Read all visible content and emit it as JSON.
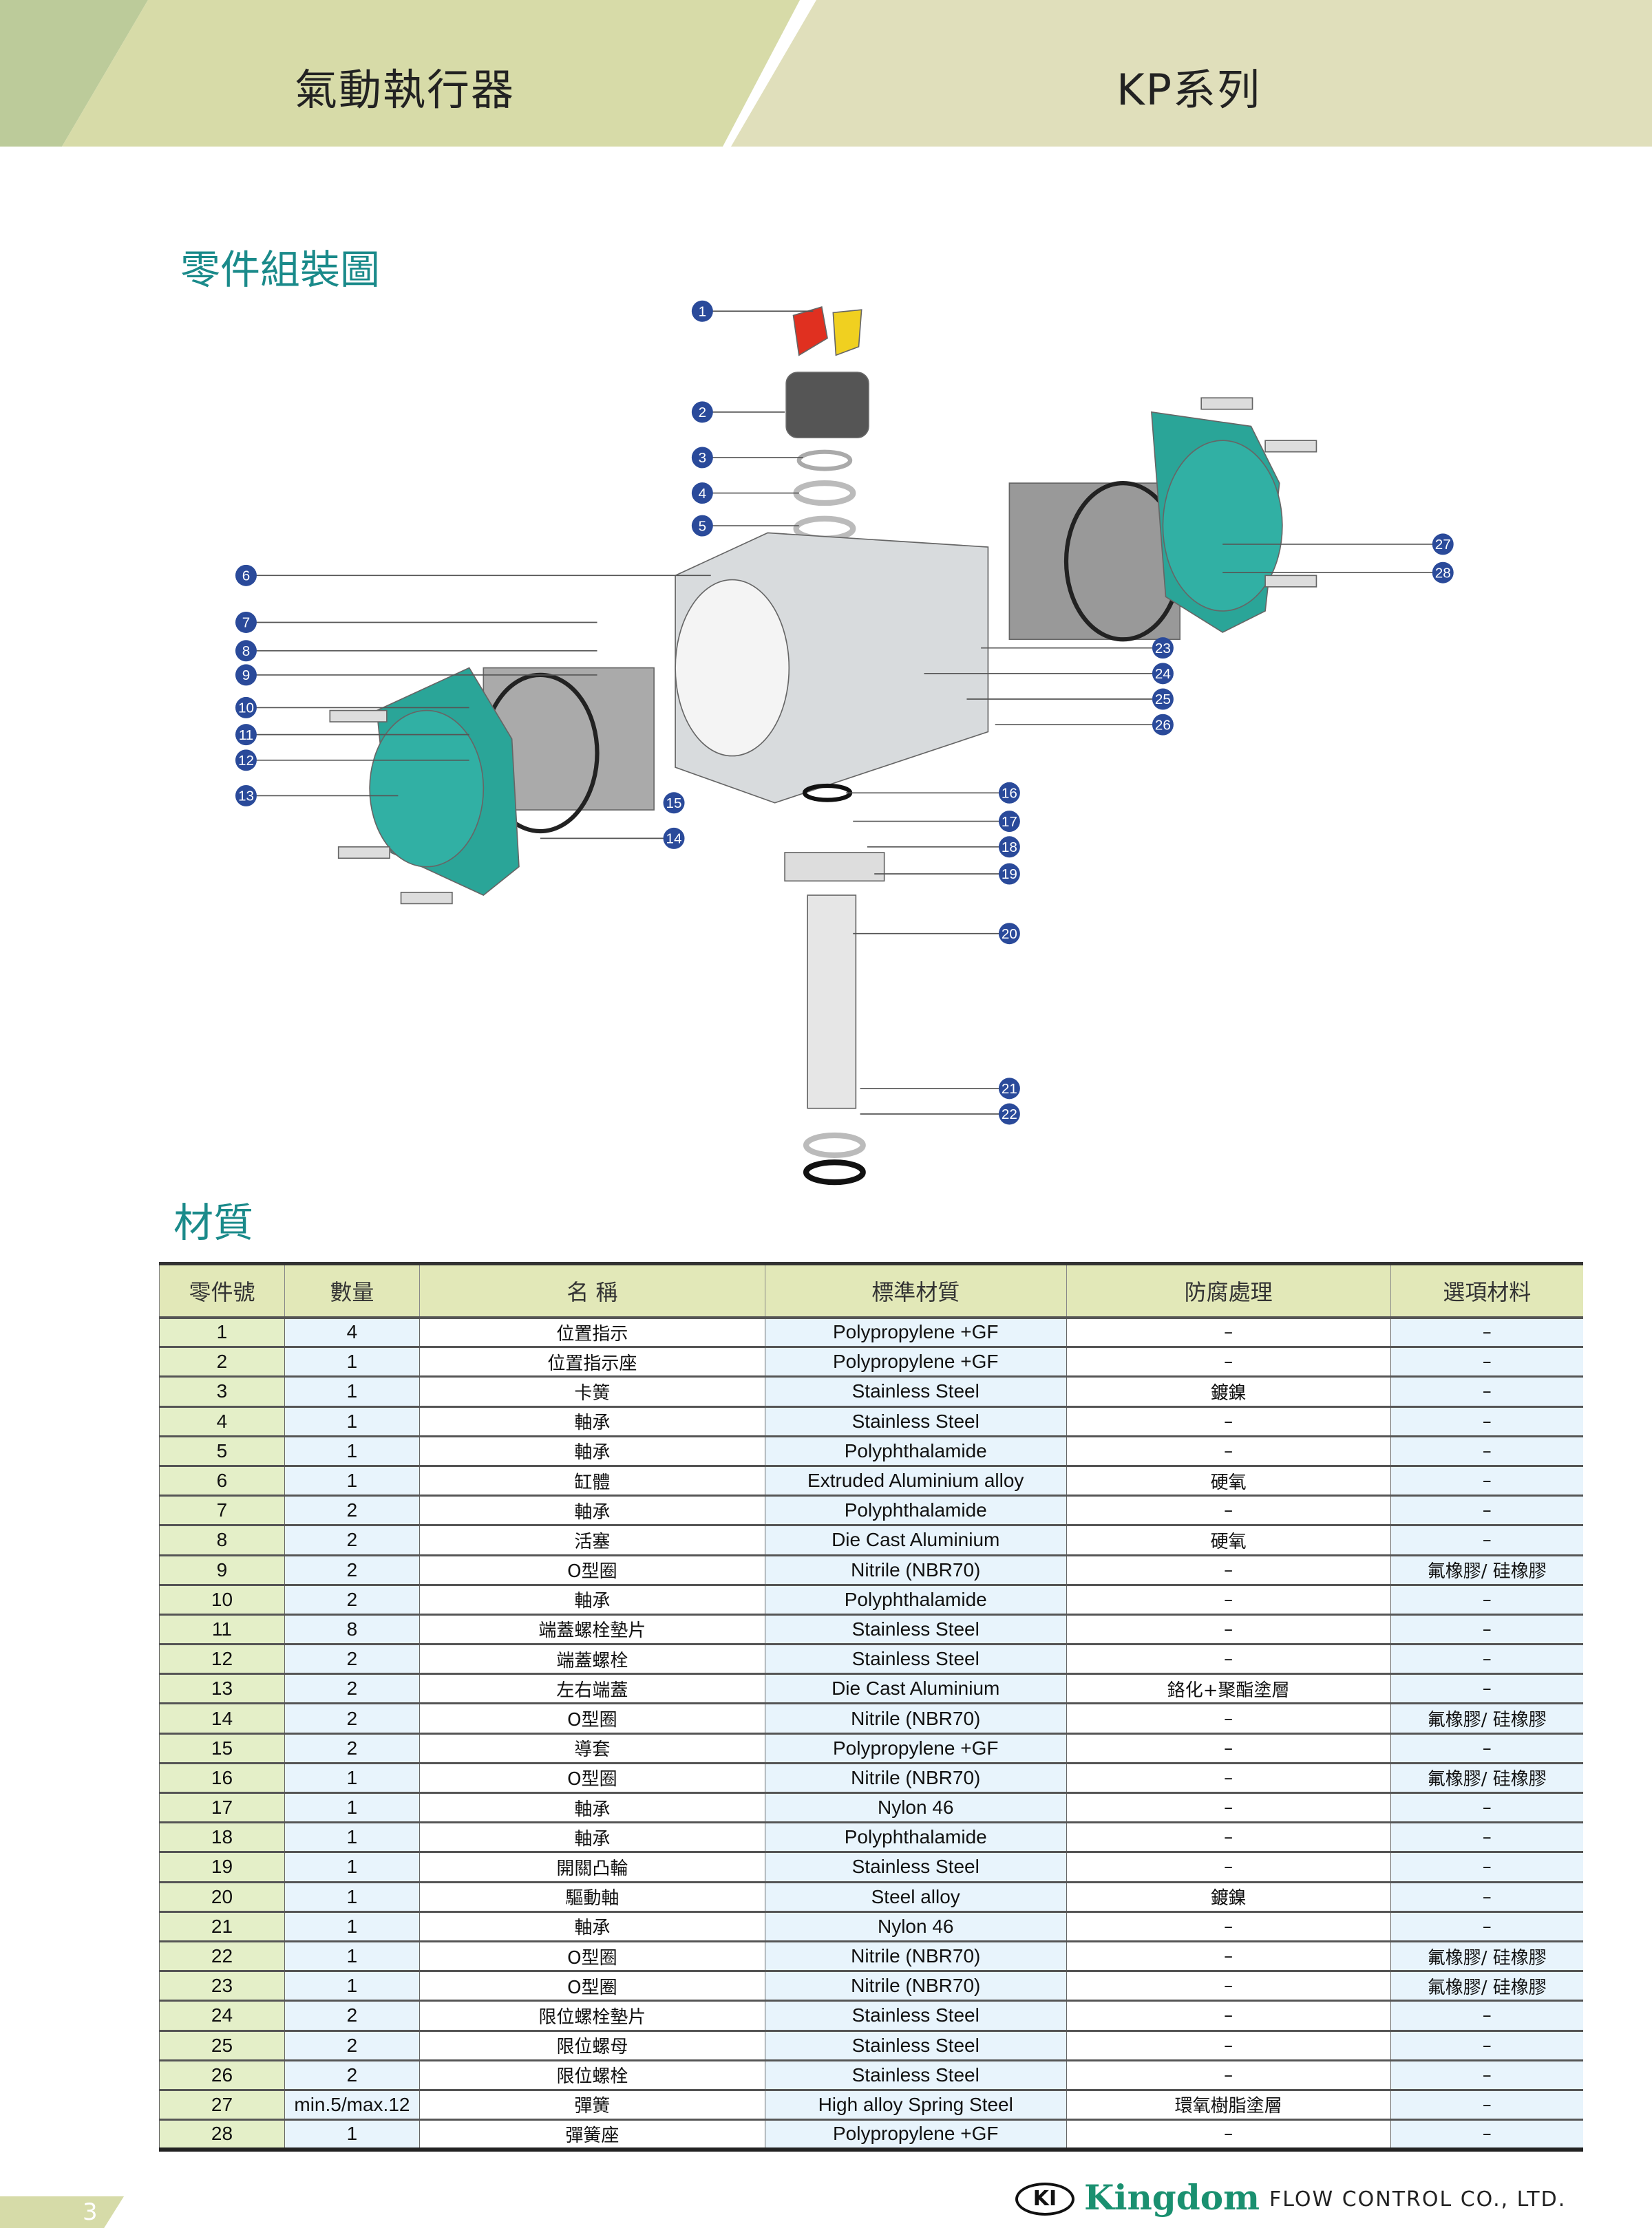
{
  "header": {
    "left_title": "氣動執行器",
    "right_title": "KP系列",
    "colors": {
      "left": "#bccb9a",
      "mid": "#d7dba8",
      "right": "#e0dfbb"
    }
  },
  "assembly": {
    "title": "零件組裝圖",
    "callouts": [
      "1",
      "2",
      "3",
      "4",
      "5",
      "6",
      "7",
      "8",
      "9",
      "10",
      "11",
      "12",
      "13",
      "14",
      "15",
      "16",
      "17",
      "18",
      "19",
      "20",
      "21",
      "22",
      "23",
      "24",
      "25",
      "26",
      "27",
      "28"
    ]
  },
  "materials": {
    "title": "材質",
    "columns": [
      "零件號",
      "數量",
      "名 稱",
      "標準材質",
      "防腐處理",
      "選項材料"
    ],
    "rows": [
      [
        "1",
        "4",
        "位置指示",
        "Polypropylene +GF",
        "–",
        "–"
      ],
      [
        "2",
        "1",
        "位置指示座",
        "Polypropylene +GF",
        "–",
        "–"
      ],
      [
        "3",
        "1",
        "卡簧",
        "Stainless Steel",
        "鍍鎳",
        "–"
      ],
      [
        "4",
        "1",
        "軸承",
        "Stainless Steel",
        "–",
        "–"
      ],
      [
        "5",
        "1",
        "軸承",
        "Polyphthalamide",
        "–",
        "–"
      ],
      [
        "6",
        "1",
        "缸體",
        "Extruded Aluminium alloy",
        "硬氧",
        "–"
      ],
      [
        "7",
        "2",
        "軸承",
        "Polyphthalamide",
        "–",
        "–"
      ],
      [
        "8",
        "2",
        "活塞",
        "Die Cast Aluminium",
        "硬氧",
        "–"
      ],
      [
        "9",
        "2",
        "O型圈",
        "Nitrile (NBR70)",
        "–",
        "氟橡膠/ 硅橡膠"
      ],
      [
        "10",
        "2",
        "軸承",
        "Polyphthalamide",
        "–",
        "–"
      ],
      [
        "11",
        "8",
        "端蓋螺栓墊片",
        "Stainless Steel",
        "–",
        "–"
      ],
      [
        "12",
        "2",
        "端蓋螺栓",
        "Stainless Steel",
        "–",
        "–"
      ],
      [
        "13",
        "2",
        "左右端蓋",
        "Die Cast Aluminium",
        "鉻化+聚酯塗層",
        "–"
      ],
      [
        "14",
        "2",
        "O型圈",
        "Nitrile (NBR70)",
        "–",
        "氟橡膠/ 硅橡膠"
      ],
      [
        "15",
        "2",
        "導套",
        "Polypropylene +GF",
        "–",
        "–"
      ],
      [
        "16",
        "1",
        "O型圈",
        "Nitrile (NBR70)",
        "–",
        "氟橡膠/ 硅橡膠"
      ],
      [
        "17",
        "1",
        "軸承",
        "Nylon 46",
        "–",
        "–"
      ],
      [
        "18",
        "1",
        "軸承",
        "Polyphthalamide",
        "–",
        "–"
      ],
      [
        "19",
        "1",
        "開關凸輪",
        "Stainless Steel",
        "–",
        "–"
      ],
      [
        "20",
        "1",
        "驅動軸",
        "Steel alloy",
        "鍍鎳",
        "–"
      ],
      [
        "21",
        "1",
        "軸承",
        "Nylon 46",
        "–",
        "–"
      ],
      [
        "22",
        "1",
        "O型圈",
        "Nitrile (NBR70)",
        "–",
        "氟橡膠/ 硅橡膠"
      ],
      [
        "23",
        "1",
        "O型圈",
        "Nitrile (NBR70)",
        "–",
        "氟橡膠/ 硅橡膠"
      ],
      [
        "24",
        "2",
        "限位螺栓墊片",
        "Stainless Steel",
        "–",
        "–"
      ],
      [
        "25",
        "2",
        "限位螺母",
        "Stainless Steel",
        "–",
        "–"
      ],
      [
        "26",
        "2",
        "限位螺栓",
        "Stainless Steel",
        "–",
        "–"
      ],
      [
        "27",
        "min.5/max.12",
        "彈簧",
        "High alloy Spring Steel",
        "環氧樹脂塗層",
        "–"
      ],
      [
        "28",
        "1",
        "彈簧座",
        "Polypropylene +GF",
        "–",
        "–"
      ]
    ]
  },
  "footer": {
    "page_number": "3",
    "logo_mark": "KI",
    "brand": "Kingdom",
    "company_suffix": "FLOW CONTROL CO., LTD."
  }
}
